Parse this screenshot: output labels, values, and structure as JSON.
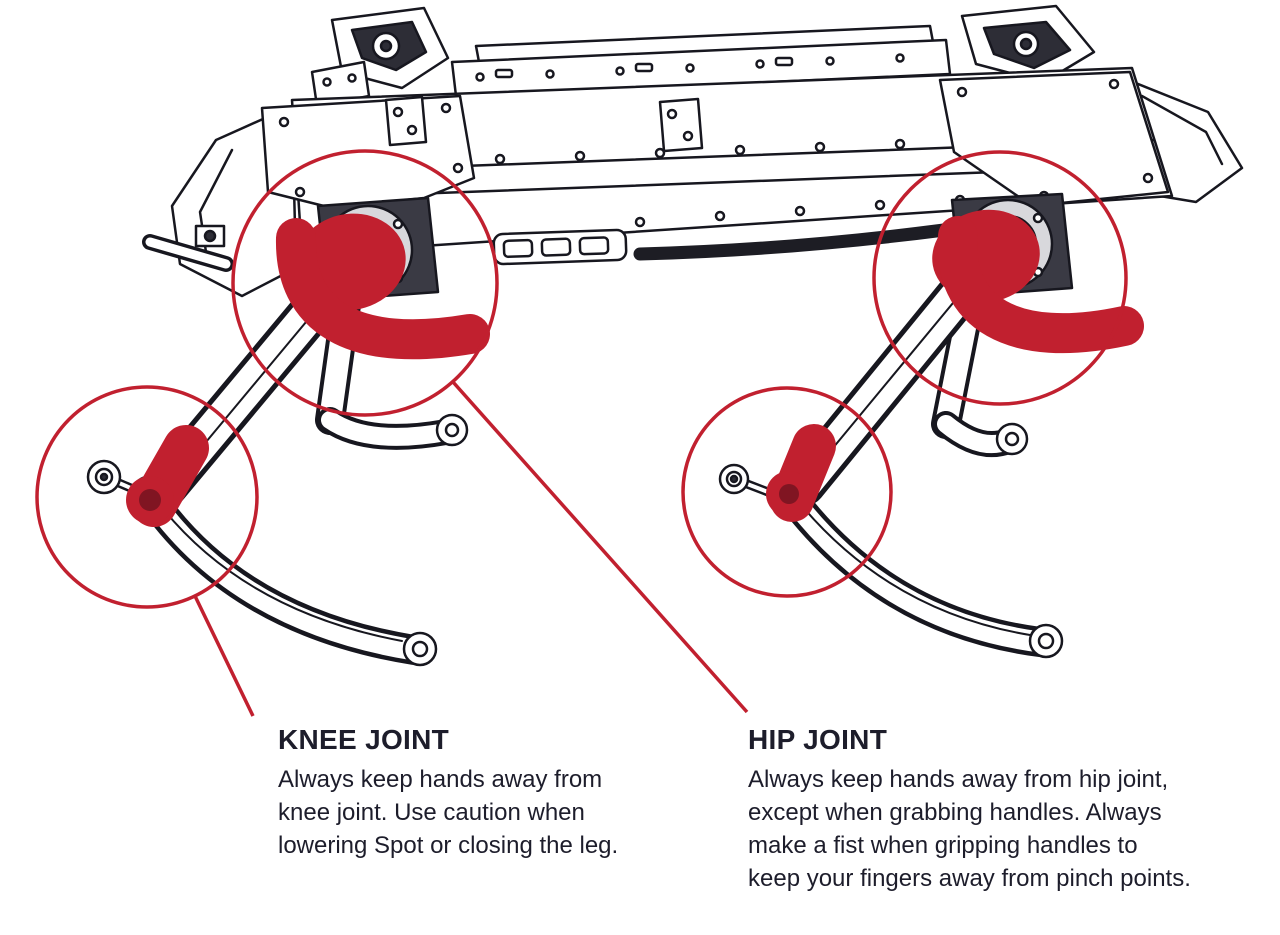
{
  "colors": {
    "accent": "#c1202f",
    "text": "#1d1d2b"
  },
  "annotations": {
    "knee": {
      "label": "KNEE JOINT",
      "lines": [
        "Always keep hands away from",
        "knee joint. Use caution when",
        "lowering Spot or closing the leg."
      ]
    },
    "hip": {
      "label": "HIP JOINT",
      "lines": [
        "Always keep hands away from hip joint,",
        "except when grabbing handles. Always",
        "make a fist when gripping handles to",
        "keep your fingers away from pinch points."
      ]
    }
  }
}
